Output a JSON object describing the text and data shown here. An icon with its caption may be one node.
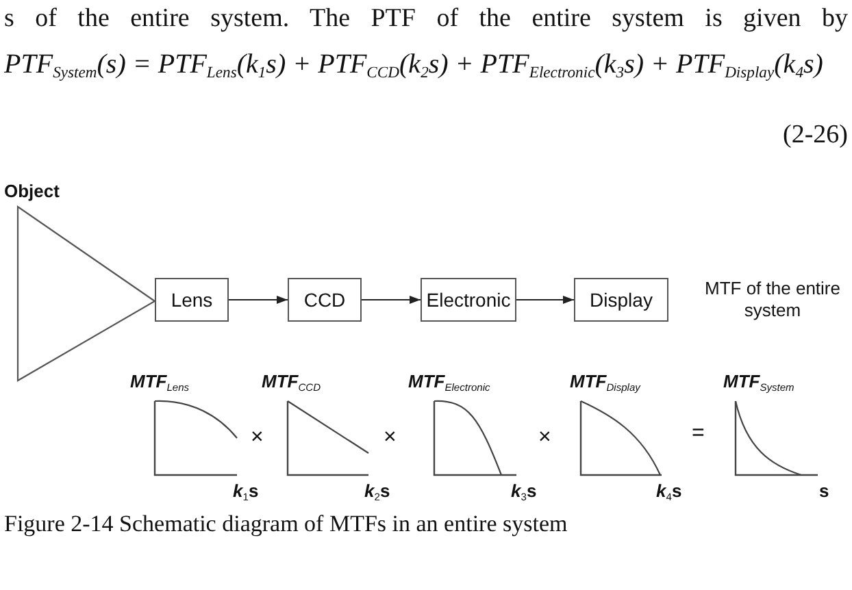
{
  "diagram": {
    "caption": "Figure 2-14 Schematic diagram of MTFs in an entire system",
    "nodes": [
      {
        "text": [
          "Object"
        ]
      },
      {
        "text": [
          "Lens"
        ]
      },
      {
        "text": [
          "CCD"
        ]
      },
      {
        "text": [
          "Electronic"
        ]
      },
      {
        "text": [
          "Display"
        ]
      }
    ],
    "edges": [
      {
        "from": 1,
        "to": 2,
        "arrow": "to"
      },
      {
        "from": 2,
        "to": 3,
        "arrow": "to"
      },
      {
        "from": 3,
        "to": 4,
        "arrow": "to"
      }
    ],
    "labels": [
      "s of the entire system. The PTF of the entire system is given by",
      "PTF$_{System}$(s) = PTF$_{Lens}$(k$_{1}$s) + PTF$_{CCD}$(k$_{2}$s) + PTF$_{Electronic}$(k$_{3}$s) + PTF$_{Display}$(k$_{4}$s)",
      "(2-26)",
      "MTF of the entire system",
      "MTF$_{Lens}$",
      "MTF$_{CCD}$",
      "MTF$_{Electronic}$",
      "MTF$_{Display}$",
      "MTF$_{System}$",
      "×",
      "×",
      "×",
      "=",
      "*k*$_{1}$s",
      "*k*$_{2}$s",
      "*k*$_{3}$s",
      "*k*$_{4}$s",
      "s"
    ]
  }
}
